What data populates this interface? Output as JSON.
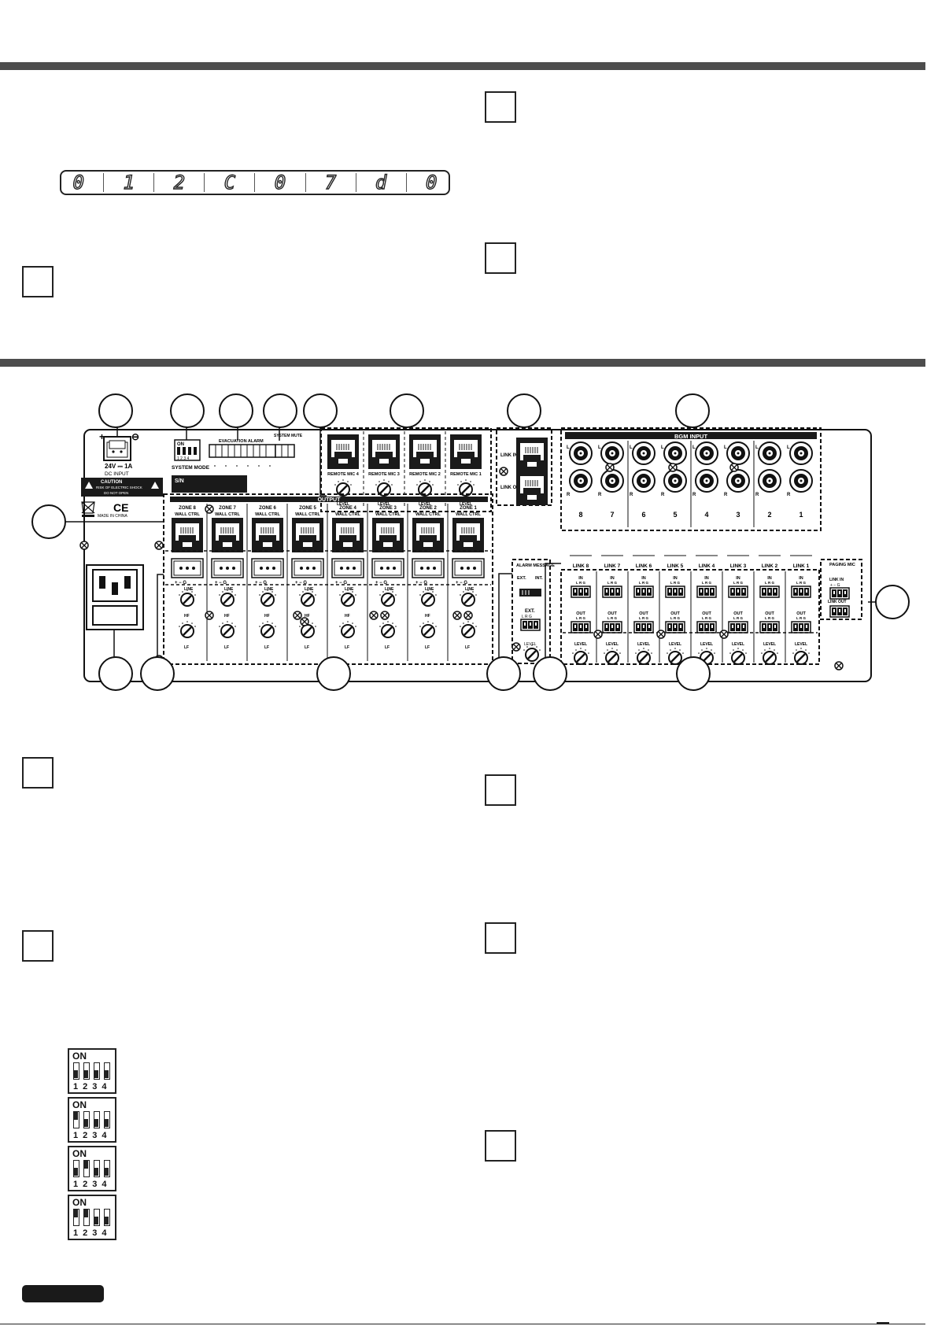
{
  "display": {
    "digits": [
      "0",
      "1",
      "2",
      "C",
      "0",
      "7",
      "d",
      "0"
    ]
  },
  "panel": {
    "power": {
      "rating": "24V ⎓ 1A",
      "label": "DC INPUT",
      "plus": "+",
      "minus": "⊖"
    },
    "system_mode": {
      "label": "SYSTEM MODE",
      "on": "ON",
      "numbers": "1 2 3 4"
    },
    "evacuation_alarm": {
      "label": "EVACUATION ALARM"
    },
    "system_mute": {
      "label": "SYSTEM MUTE"
    },
    "serial": {
      "label": "S/N"
    },
    "caution": {
      "title": "CAUTION",
      "line1": "RISK OF ELECTRIC SHOCK",
      "line2": "DO NOT OPEN"
    },
    "ce": "CE",
    "made_in": "MADE IN CHINA",
    "remote_mics": [
      "REMOTE MIC 4",
      "REMOTE MIC 3",
      "REMOTE MIC 2",
      "REMOTE MIC 1"
    ],
    "level": "LEVEL",
    "link": {
      "in": "LINK IN",
      "out": "LINK OUT"
    },
    "bgm_input": {
      "title": "BGM INPUT",
      "channels": [
        "8",
        "7",
        "6",
        "5",
        "4",
        "3",
        "2",
        "1"
      ],
      "l": "L",
      "r": "R"
    },
    "links": [
      "LINK 8",
      "LINK 7",
      "LINK 6",
      "LINK 5",
      "LINK 4",
      "LINK 3",
      "LINK 2",
      "LINK 1"
    ],
    "io": {
      "in": "IN",
      "out": "OUT",
      "lrg": "L R G"
    },
    "paging_mic": {
      "title": "PAGING MIC",
      "link_in": "LINK IN",
      "link_out": "LINK OUT",
      "pins": "+ − G"
    },
    "output": {
      "title": "OUTPUT",
      "zones": [
        "ZONE 8",
        "ZONE 7",
        "ZONE 6",
        "ZONE 5",
        "ZONE 4",
        "ZONE 3",
        "ZONE 2",
        "ZONE 1"
      ],
      "wall_ctrl": "WALL CTRL",
      "line": "LINE",
      "hf": "HF",
      "lf": "LF",
      "pins": "+ − G"
    },
    "alarm_message": {
      "title": "ALARM MESSAGE",
      "ext": "EXT.",
      "int": "INT.",
      "ext_label": "EXT.",
      "lrg": "L R G"
    }
  },
  "dip_switches": [
    {
      "on": "ON",
      "numbers": "1234",
      "states": [
        0,
        0,
        0,
        0
      ]
    },
    {
      "on": "ON",
      "numbers": "1234",
      "states": [
        1,
        0,
        0,
        0
      ]
    },
    {
      "on": "ON",
      "numbers": "1234",
      "states": [
        0,
        1,
        0,
        0
      ]
    },
    {
      "on": "ON",
      "numbers": "1234",
      "states": [
        1,
        1,
        0,
        0
      ]
    }
  ]
}
